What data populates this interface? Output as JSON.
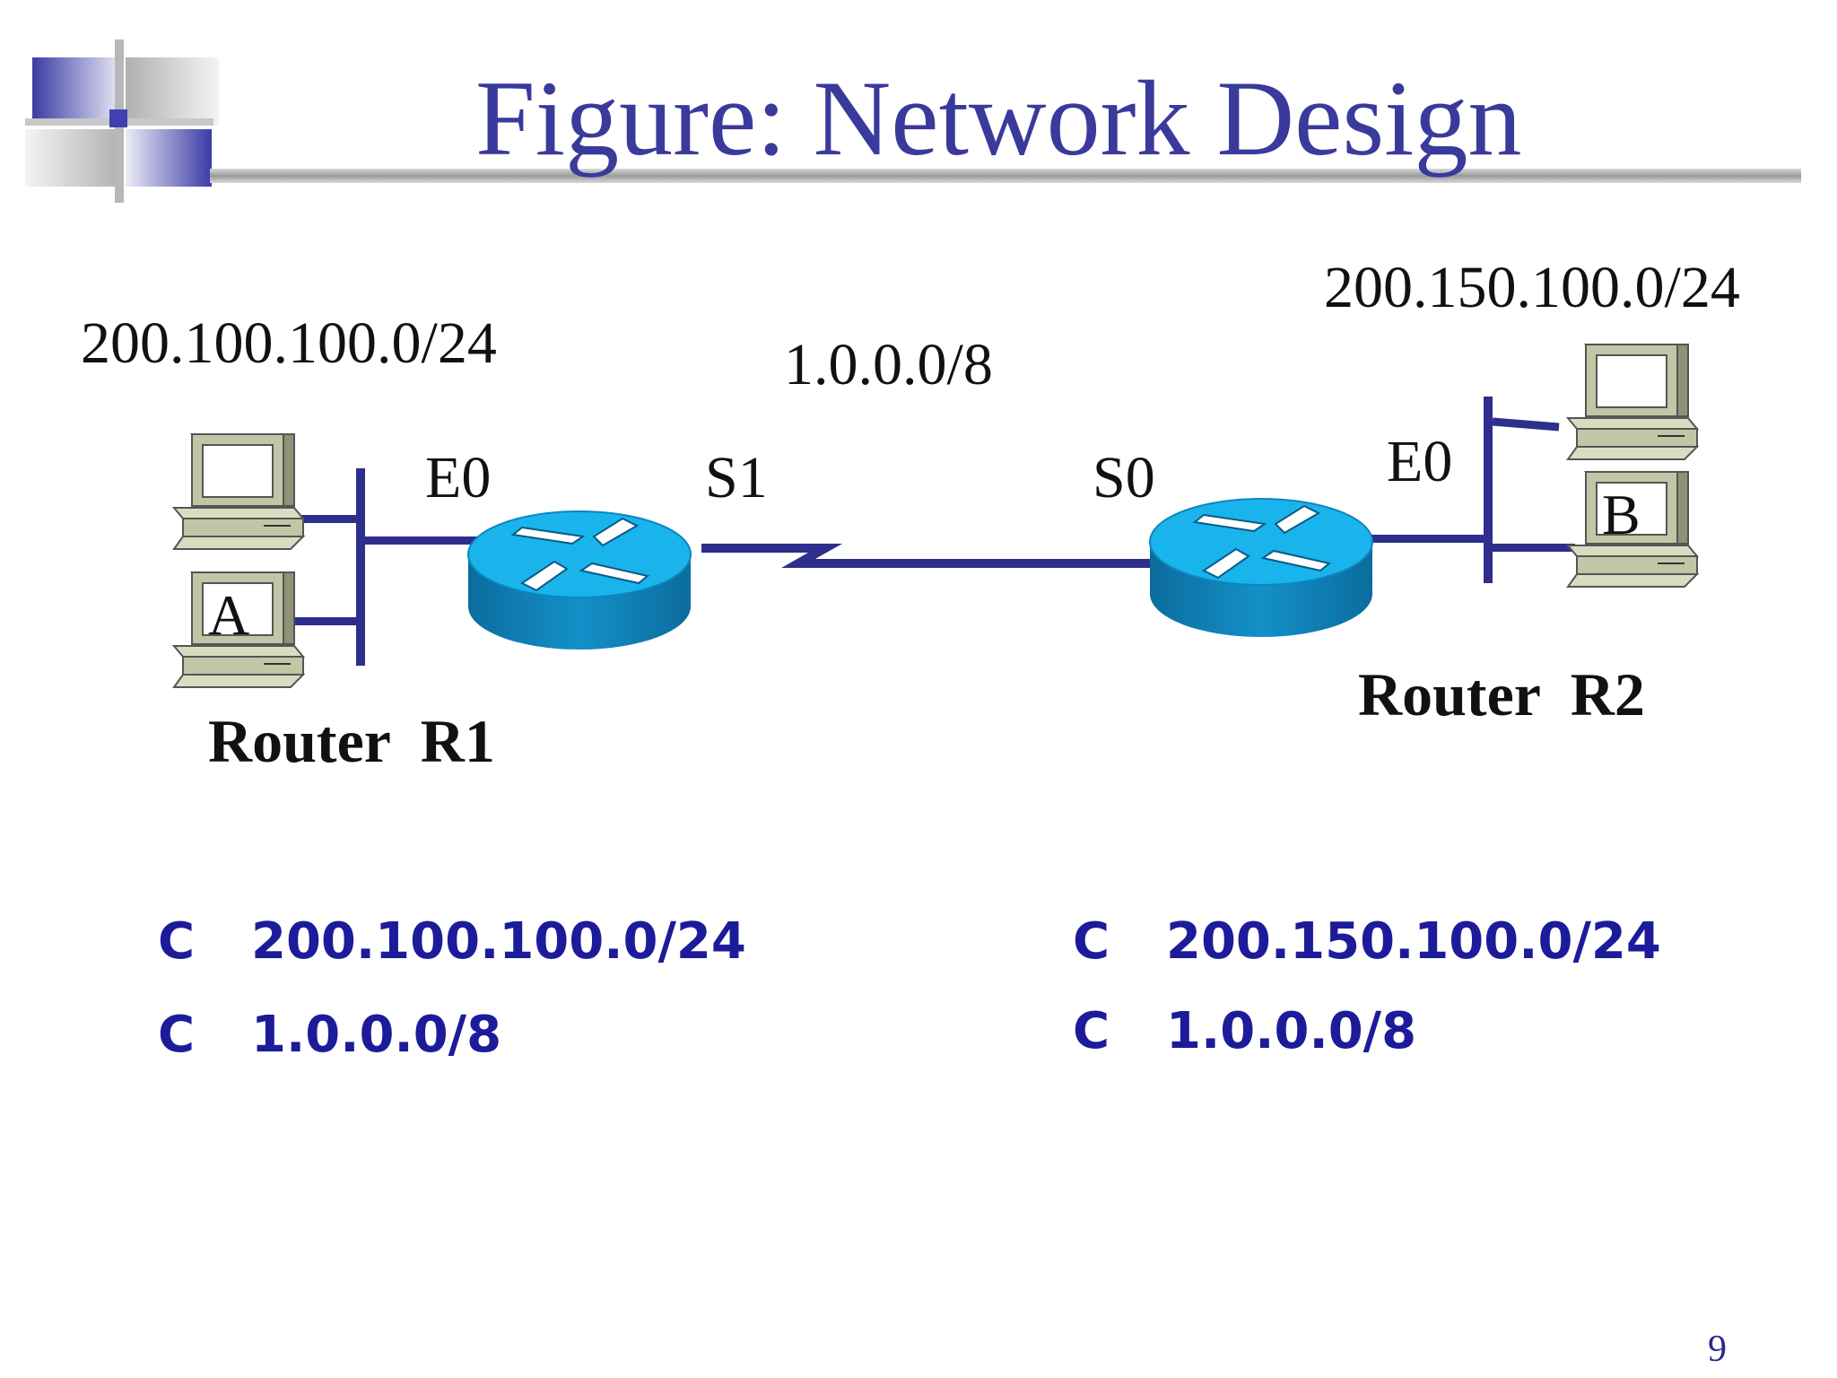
{
  "slide": {
    "title": "Figure: Network Design",
    "page_number": "9"
  },
  "networks": {
    "lan_r1": "200.100.100.0/24",
    "wan": "1.0.0.0/8",
    "lan_r2": "200.150.100.0/24"
  },
  "interfaces": {
    "r1_e0": "E0",
    "r1_s1": "S1",
    "r2_s0": "S0",
    "r2_e0": "E0"
  },
  "routers": {
    "r1": "Router  R1",
    "r2": "Router  R2"
  },
  "hosts": {
    "a": "A",
    "b": "B"
  },
  "routing_tables": {
    "r1": [
      {
        "code": "C",
        "network": "200.100.100.0/24"
      },
      {
        "code": "C",
        "network": "1.0.0.0/8"
      }
    ],
    "r2": [
      {
        "code": "C",
        "network": "200.150.100.0/24"
      },
      {
        "code": "C",
        "network": "1.0.0.0/8"
      }
    ]
  },
  "colors": {
    "title": "#3a3a9c",
    "link": "#2e2e8c",
    "router_top": "#19b4ec",
    "router_side": "#0e7aae",
    "route_text": "#1c1c9a"
  }
}
